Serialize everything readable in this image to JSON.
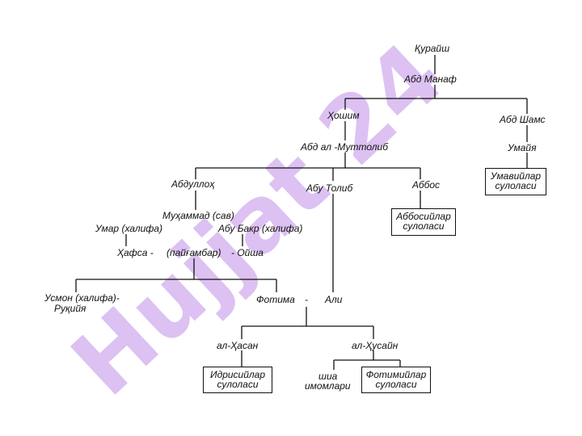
{
  "watermark": {
    "text": "Hujjat 24",
    "color": "#d6b6f0"
  },
  "tree": {
    "quraysh": "Қурайш",
    "abd_manaf": "Абд Манаф",
    "hoshim": "Ҳошим",
    "abd_shams": "Абд Шамс",
    "umayya": "Умайя",
    "umavids_box": [
      "Умавийлар",
      "сулоласи"
    ],
    "abd_al_muttalib": "Абд ал -Муттолиб",
    "abdulloh": "Абдуллоҳ",
    "abu_tolib": "Абу Толиб",
    "abbos": "Аббос",
    "abbosids_box": [
      "Аббосийлар",
      "сулоласи"
    ],
    "muhammad": "Муҳаммад (сав)",
    "umar": "Умар (халифа)",
    "abu_bakr": "Абу Бакр (халифа)",
    "hafsa": "Ҳафса -",
    "prophet": "(пайғамбар)",
    "oisha": "- Ойша",
    "usmon_line1": "Усмон (халифа)-",
    "usmon_line2": "Руқийя",
    "fotima": "Фотима",
    "dash": "-",
    "ali": "Али",
    "al_hasan": "ал-Ҳасан",
    "al_husayn": "ал-Ҳусайн",
    "idrisids_box": [
      "Идрисийлар",
      "сулоласи"
    ],
    "shia_imams": [
      "шиа",
      "имомлари"
    ],
    "fatimids_box": [
      "Фотимийлар",
      "сулоласи"
    ]
  }
}
